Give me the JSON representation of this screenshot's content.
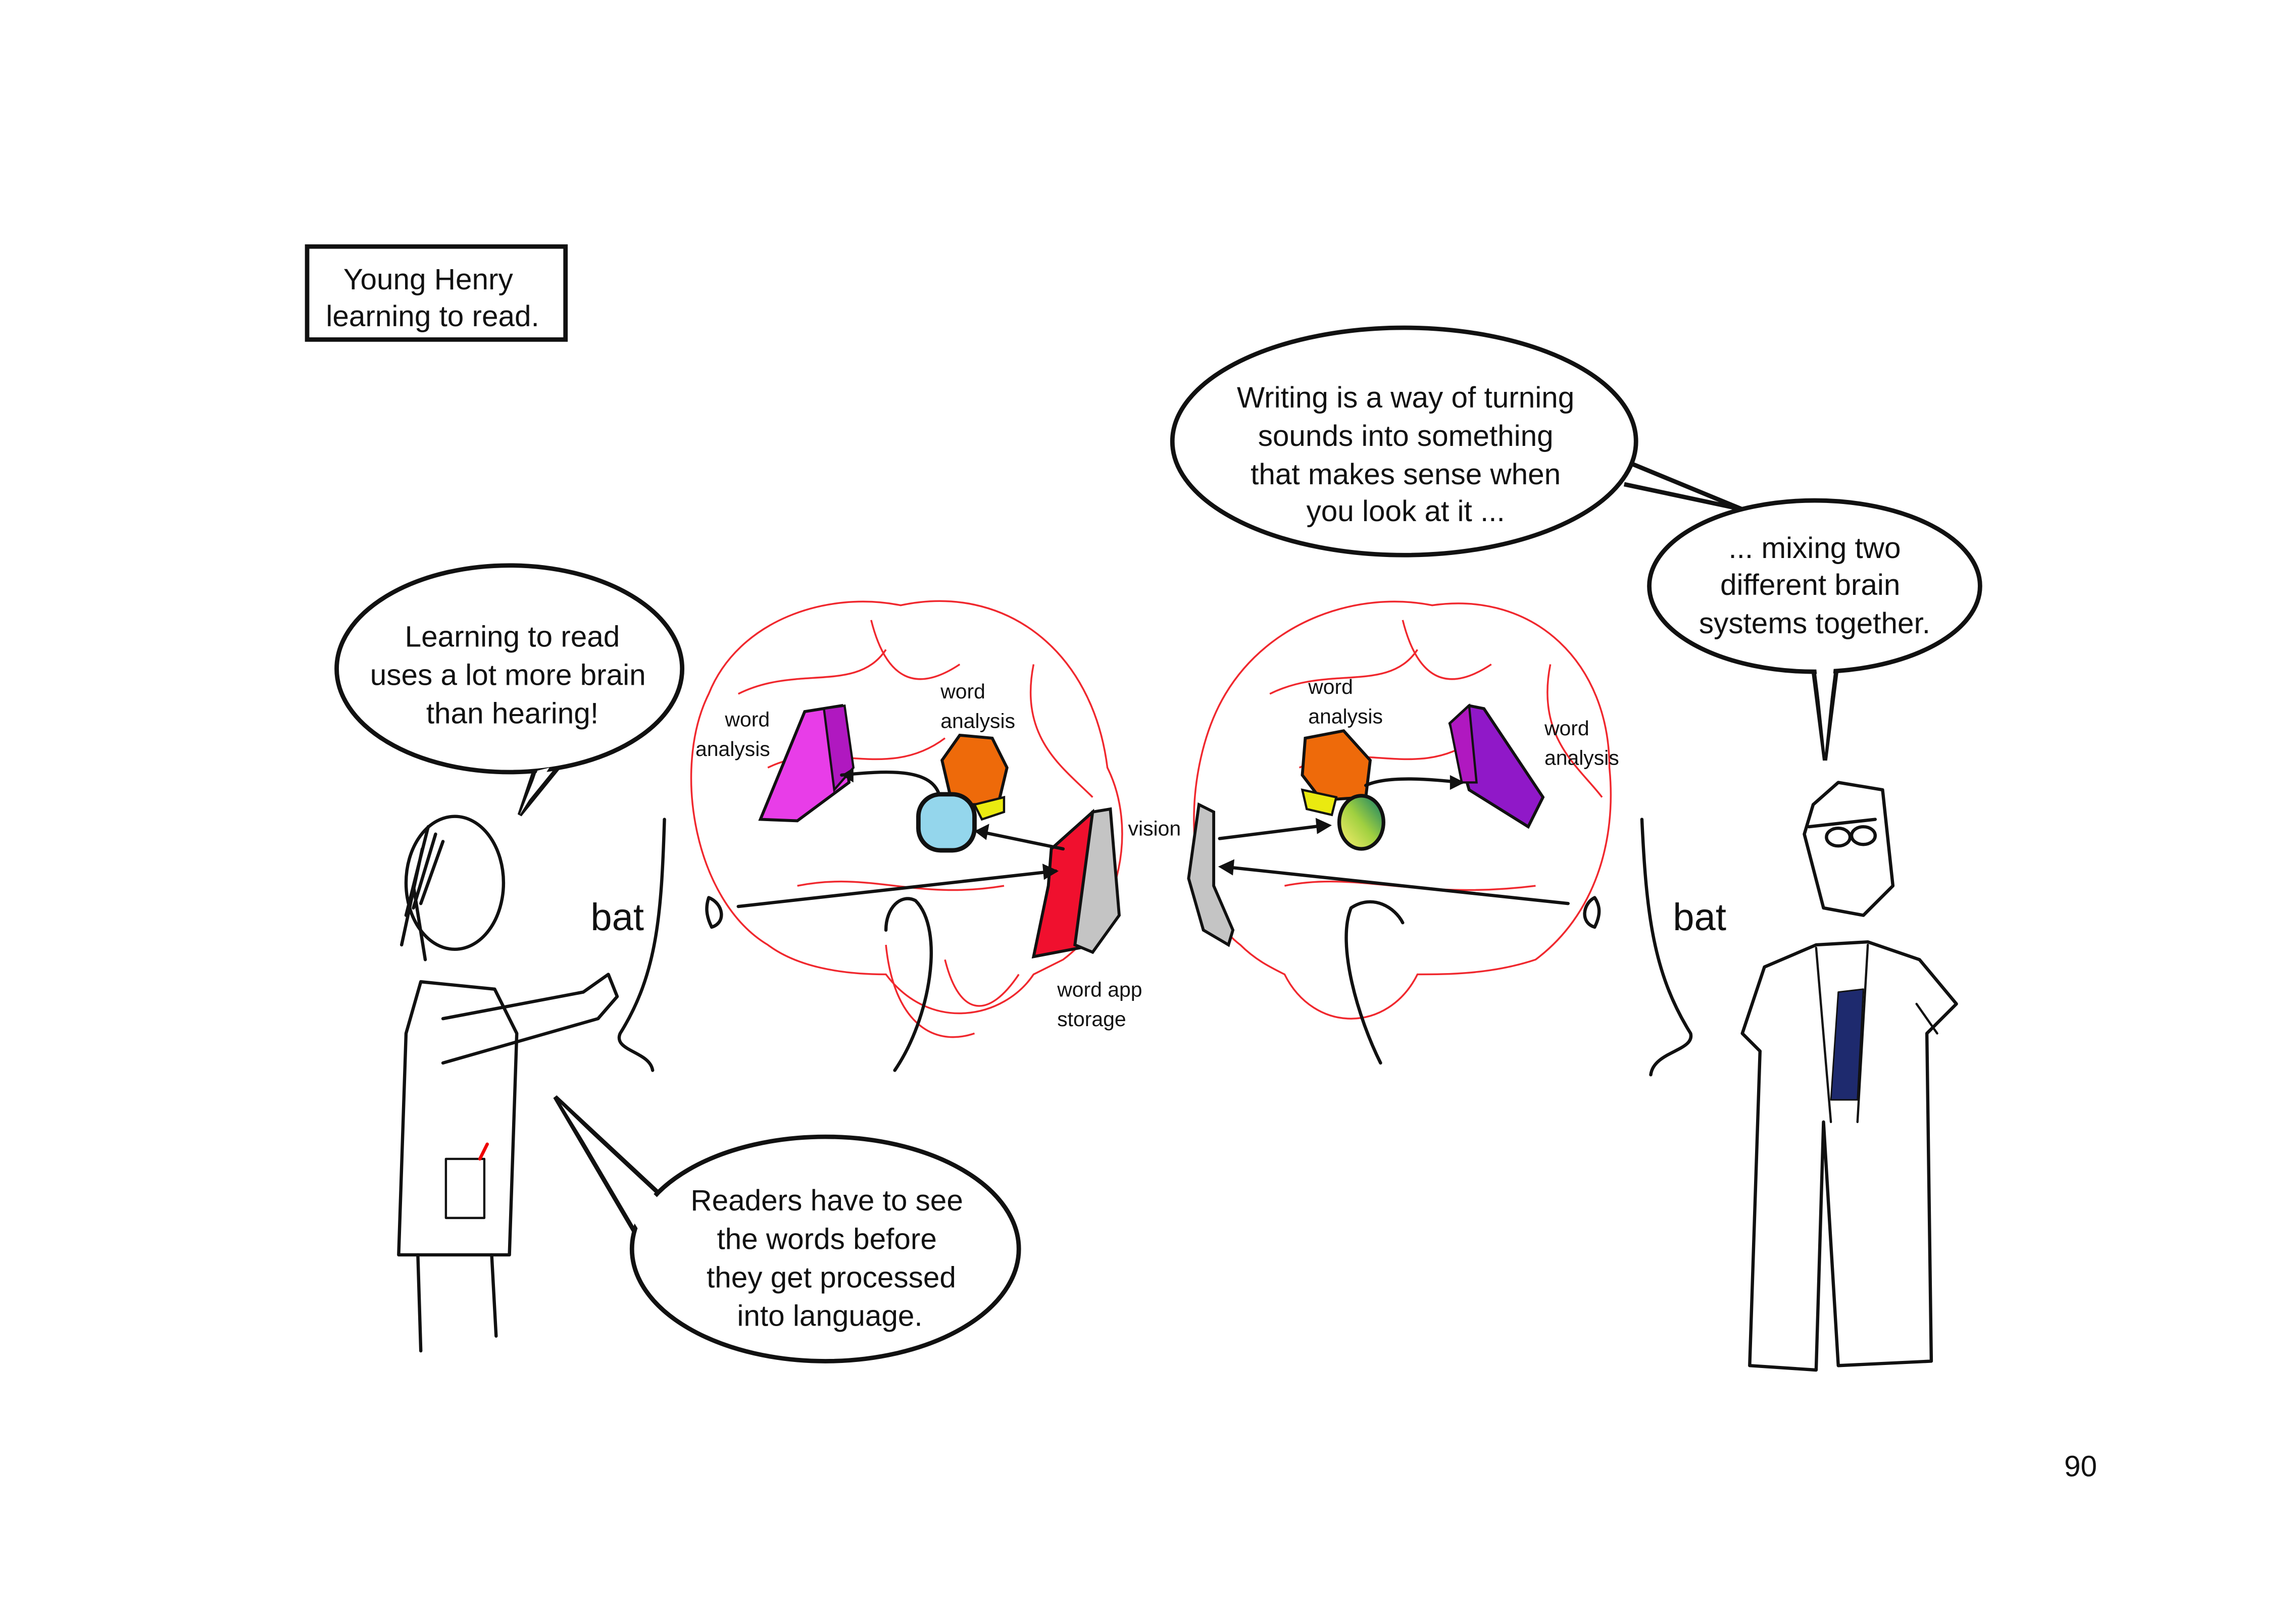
{
  "caption": {
    "line1": "Young Henry",
    "line2": "learning to read."
  },
  "bubbles": {
    "left_top": [
      "Learning to read",
      "uses a lot more brain",
      "than hearing!"
    ],
    "left_bottom": [
      "Readers have to see",
      "the words before",
      "they get processed",
      "into language."
    ],
    "right_top": [
      "Writing is a way of turning",
      "sounds into something",
      "that makes sense when",
      "you look at it ..."
    ],
    "right_mid": [
      "... mixing two",
      "different brain",
      "systems together."
    ]
  },
  "left_brain": {
    "labels": {
      "word1": "word",
      "analysis1": "analysis",
      "word2": "word",
      "analysis2": "analysis",
      "storage1": "word app",
      "storage2": "storage"
    },
    "spoken_word": "bat"
  },
  "right_brain": {
    "labels": {
      "word1": "word",
      "analysis1": "analysis",
      "word2": "word",
      "analysis2": "analysis"
    },
    "spoken_word": "bat"
  },
  "vision_label": "vision",
  "page_number": "90",
  "colors": {
    "brain_outline": "#f0282e",
    "magenta": "#e83de8",
    "purple": "#9018c8",
    "orange": "#ee6a0a",
    "yellow": "#eaea10",
    "light_blue": "#94d6ec",
    "red": "#f0102e",
    "gray": "#c4c4c4",
    "tie_navy": "#1e2a6e"
  }
}
